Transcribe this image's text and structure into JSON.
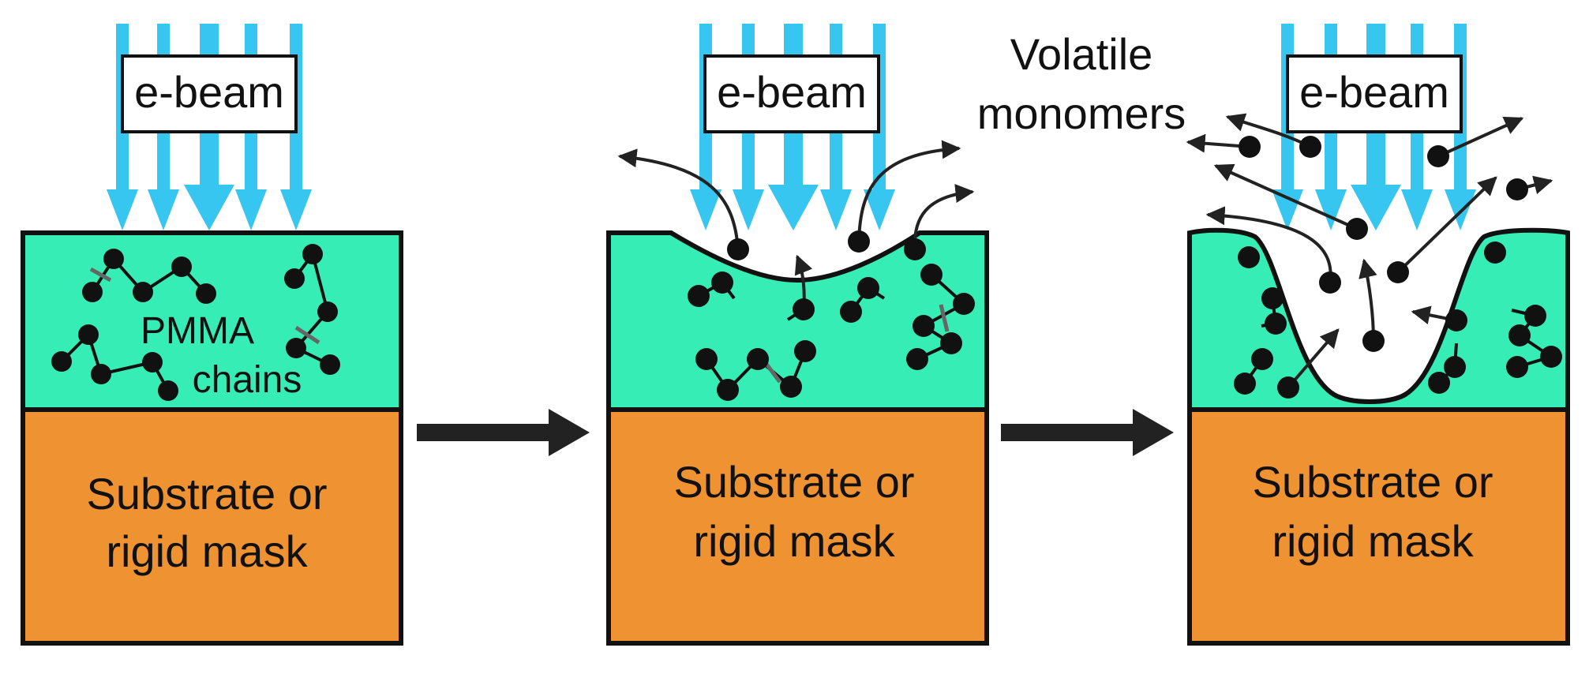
{
  "colors": {
    "beam": "#36c6ef",
    "resist": "#35edb5",
    "substrate": "#ee9232",
    "outline": "#111111",
    "bead": "#111111",
    "scission": "#666666",
    "process_arrow": "#222222"
  },
  "panels": [
    {
      "beam_label": "e-beam",
      "resist_label_line1": "PMMA",
      "resist_label_line2": "chains",
      "substrate_line1": "Substrate or",
      "substrate_line2": "rigid mask"
    },
    {
      "beam_label": "e-beam",
      "substrate_line1": "Substrate or",
      "substrate_line2": "rigid mask"
    },
    {
      "beam_label": "e-beam",
      "substrate_line1": "Substrate or",
      "substrate_line2": "rigid mask"
    }
  ],
  "volatile_label_line1": "Volatile",
  "volatile_label_line2": "monomers",
  "icons": {
    "process_arrow": "right-arrow-icon",
    "monomer": "bead-icon",
    "ejection": "curved-arrow-icon"
  }
}
